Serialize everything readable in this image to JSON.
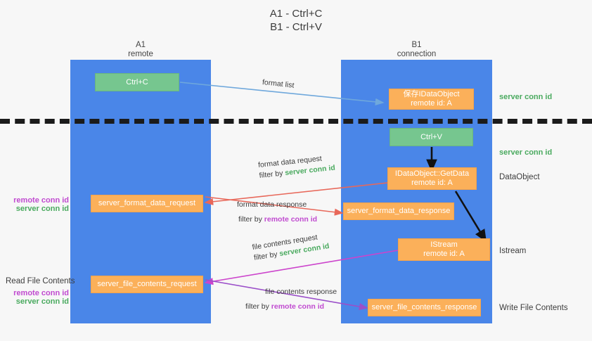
{
  "title": {
    "line1": "A1 - Ctrl+C",
    "line2": "B1 - Ctrl+V"
  },
  "lanes": [
    {
      "name": "A1",
      "subtitle": "remote"
    },
    {
      "name": "B1",
      "subtitle": "connection"
    }
  ],
  "boxes": {
    "ctrl_c": "Ctrl+C",
    "ctrl_v": "Ctrl+V",
    "save_idataobject_line1": "保存IDataObject",
    "save_idataobject_line2": "remote id: A",
    "getdata_line1": "IDataObject::GetData",
    "getdata_line2": "remote id: A",
    "istream_line1": "IStream",
    "istream_line2": "remote id: A",
    "server_format_data_request": "server_format_data_request",
    "server_format_data_response": "server_format_data_response",
    "server_file_contents_request": "server_file_contents_request",
    "server_file_contents_response": "server_file_contents_response"
  },
  "right_labels": {
    "server_conn_id_top": "server conn id",
    "server_conn_id_mid": "server conn id",
    "dataobject": "DataObject",
    "istream": "Istream",
    "write_file_contents": "Write File Contents"
  },
  "left_labels": {
    "remote_conn_id_1": "remote conn id",
    "server_conn_id_1": "server conn id",
    "read_file_contents": "Read File Contents",
    "remote_conn_id_2": "remote conn id",
    "server_conn_id_2": "server conn id"
  },
  "edges": {
    "format_list": "format list",
    "format_data_request": "format data request",
    "format_data_request_filter_prefix": "filter by ",
    "format_data_request_filter_value": "server conn id",
    "format_data_response": "format data response",
    "format_data_response_filter_prefix": "filter by ",
    "format_data_response_filter_value": "remote conn id",
    "file_contents_request": "file contents request",
    "file_contents_request_filter_prefix": "filter by ",
    "file_contents_request_filter_value": "server conn id",
    "file_contents_response": "file contents response",
    "file_contents_response_filter_prefix": "filter by ",
    "file_contents_response_filter_value": "remote conn id"
  },
  "colors": {
    "lane": "#4a86e8",
    "green_box": "#76c68f",
    "orange_box": "#fbb05a",
    "server_conn_id": "#4aaa5f",
    "remote_conn_id": "#c04ad0",
    "arrow_blue": "#6fa8dc",
    "arrow_red": "#e8685a",
    "arrow_magenta": "#cc44cc",
    "arrow_purple": "#9b4fc9",
    "arrow_black": "#111111",
    "divider": "#1b1b1b",
    "background": "#f7f7f7"
  }
}
